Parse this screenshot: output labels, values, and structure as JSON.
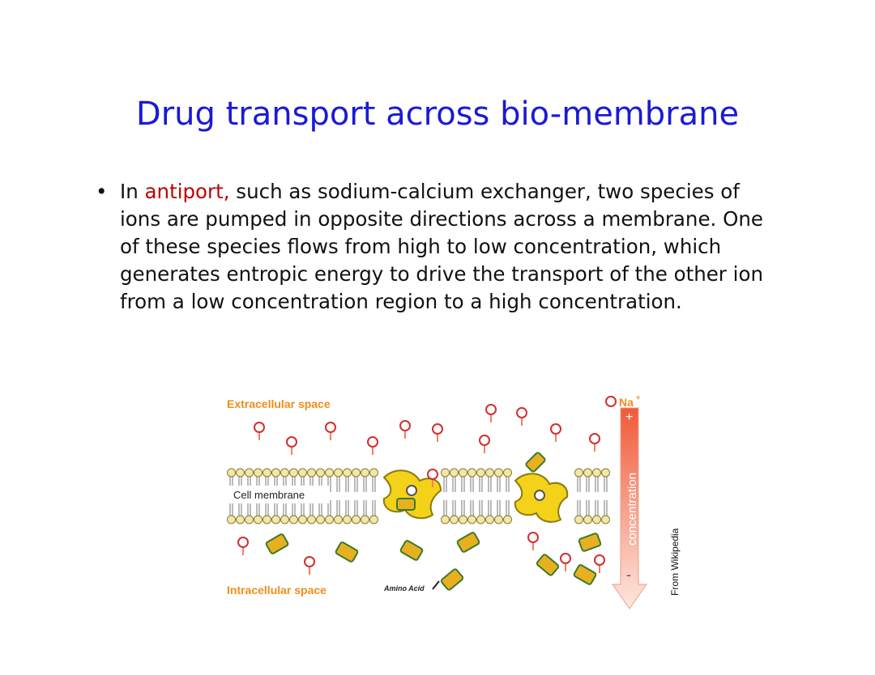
{
  "slide": {
    "title": "Drug transport across bio-membrane",
    "bullet": {
      "marker": "•",
      "text_before": "In ",
      "keyword": "antiport,",
      "text_after": " such as sodium-calcium exchanger, two species of ions are pumped in opposite directions across a membrane. One of these species flows from high to low concentration, which generates entropic energy to drive the transport of the other ion from a low concentration region to a high concentration."
    },
    "keyword_color": "#c00000",
    "title_color": "#1a1ad6"
  },
  "figure": {
    "extracellular_label": "Extracellular space",
    "intracellular_label": "Intracellular space",
    "membrane_label": "Cell membrane",
    "ion_label": "Na",
    "ion_charge": "+",
    "amino_label": "Amino Acid",
    "gradient_label": "concentration",
    "plus_sign": "+",
    "minus_sign": "-",
    "label_color": "#f28c1a",
    "credit": "From Wikipedia"
  }
}
